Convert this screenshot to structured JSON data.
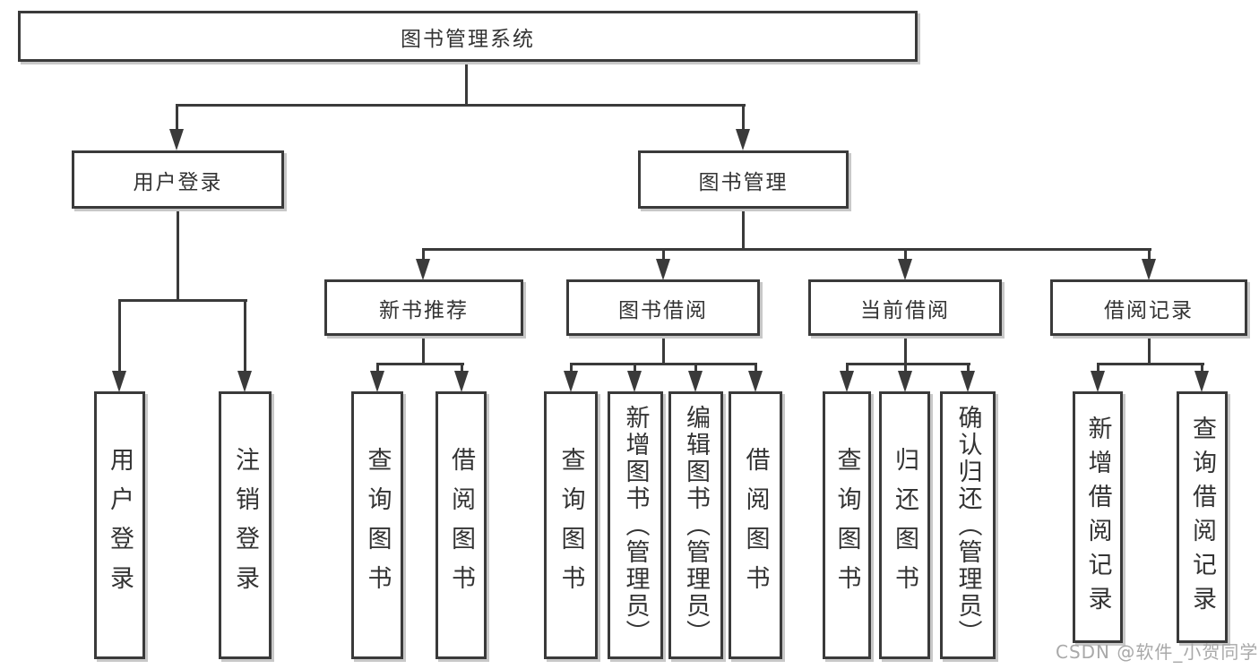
{
  "tree": {
    "root": {
      "label": "图书管理系统"
    },
    "branches": [
      {
        "label": "用户登录",
        "children": [
          {
            "label": "用户登录"
          },
          {
            "label": "注销登录"
          }
        ]
      },
      {
        "label": "图书管理",
        "sections": [
          {
            "label": "新书推荐",
            "children": [
              {
                "label": "查询图书"
              },
              {
                "label": "借阅图书"
              }
            ]
          },
          {
            "label": "图书借阅",
            "children": [
              {
                "label": "查询图书"
              },
              {
                "label": "新增图书（管理员）"
              },
              {
                "label": "编辑图书（管理员）"
              },
              {
                "label": "借阅图书"
              }
            ]
          },
          {
            "label": "当前借阅",
            "children": [
              {
                "label": "查询图书"
              },
              {
                "label": "归还图书"
              },
              {
                "label": "确认归还（管理员）"
              }
            ]
          },
          {
            "label": "借阅记录",
            "children": [
              {
                "label": "新增借阅记录"
              },
              {
                "label": "查询借阅记录"
              }
            ]
          }
        ]
      }
    ]
  },
  "watermark": {
    "text": "CSDN @软件_小贺同学"
  },
  "colors": {
    "line": "#3a3a3a",
    "text": "#333333",
    "box_fill": "#ffffff",
    "box_shadow": "#c8c8c8",
    "watermark": "#a9a9a9",
    "background": "#ffffff"
  }
}
